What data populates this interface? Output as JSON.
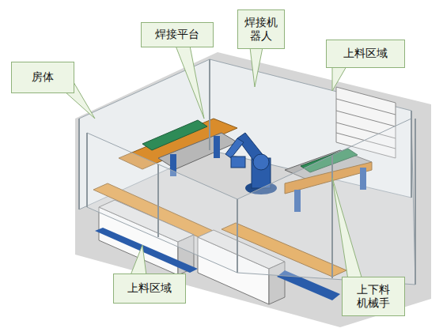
{
  "diagram": {
    "nodes": [
      {
        "text": [
          "焊接机 器人"
        ]
      },
      {
        "text": [
          "焊接平台"
        ]
      },
      {
        "text": [
          "上料区域"
        ]
      },
      {
        "text": [
          "房体"
        ]
      },
      {
        "text": [
          "上料区域"
        ]
      },
      {
        "text": [
          "上下料 机械手"
        ]
      }
    ]
  }
}
